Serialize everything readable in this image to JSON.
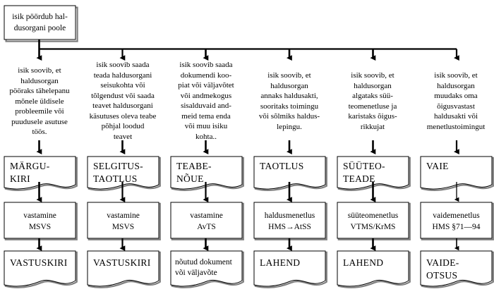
{
  "diagram": {
    "title_text": "isik pöördub haldusorgani poole",
    "root": {
      "label": "isik pöördub hal-\ndusorgani poole"
    },
    "branches": [
      {
        "id": "margukiri",
        "description": "isik soovib, et\nhaldusorgan\npööraks tähelepanu\nmõnele üldisele\nprobleemile või\npuudusele asutuse\ntöös.",
        "document": "MÄRGU-\nKIRI",
        "process": "vastamine\nMSVS",
        "result": "VASTUSKIRI",
        "result_small": false
      },
      {
        "id": "selgitustaotlus",
        "description": "isik soovib saada\nteada haldusorgani\nseisukohta või\ntõlgendust või saada\nteavet haldusorgani\nkäsutuses oleva teabe\npõhjal loodud\nteavet",
        "document": "SELGITUS-\nTAOTLUS",
        "process": "vastamine\nMSVS",
        "result": "VASTUSKIRI",
        "result_small": false
      },
      {
        "id": "teabenoue",
        "description": "isik soovib saada\ndokumendi koo-\npiat või väljavõtet\nvõi andmekogus\nsisalduvaid and-\nmeid tema enda\nvõi muu isiku\nkohta..",
        "document": "TEABE-\nNÕUE",
        "process": "vastamine\nAvTS",
        "result": "nõutud dokument\nvõi väljavõte",
        "result_small": true
      },
      {
        "id": "taotlus",
        "description": "isik soovib, et\nhaldusorgan\nannaks haldusakti,\nsooritaks toimingu\nvõi sõlmiks haldus-\nlepingu.",
        "document": "TAOTLUS",
        "process": "haldusmenetlus\nHMS→AtSS",
        "result": "LAHEND",
        "result_small": false
      },
      {
        "id": "suuteoteade",
        "description": "isik soovib, et\nhaldusorgan\nalgataks süü-\nteomenetluse ja\nkaristaks õigus-\nrikkujat",
        "document": "SÜÜTEO-\nTEADE",
        "process": "süüteomenetlus\nVTMS/KrMS",
        "result": "LAHEND",
        "result_small": false
      },
      {
        "id": "vaie",
        "description": "isik soovib, et\nhaldusorgan\nmuudaks oma\nõigusvastast\nhaldusakti või\nmenetlustoimingut",
        "document": "VAIE",
        "process": "vaidemenetlus\nHMS §71—94",
        "result": "VAIDE-\nOTSUS",
        "result_small": false
      }
    ],
    "colors": {
      "line": "#000000",
      "shadow": "#808080",
      "background": "#ffffff",
      "text": "#000000"
    }
  }
}
